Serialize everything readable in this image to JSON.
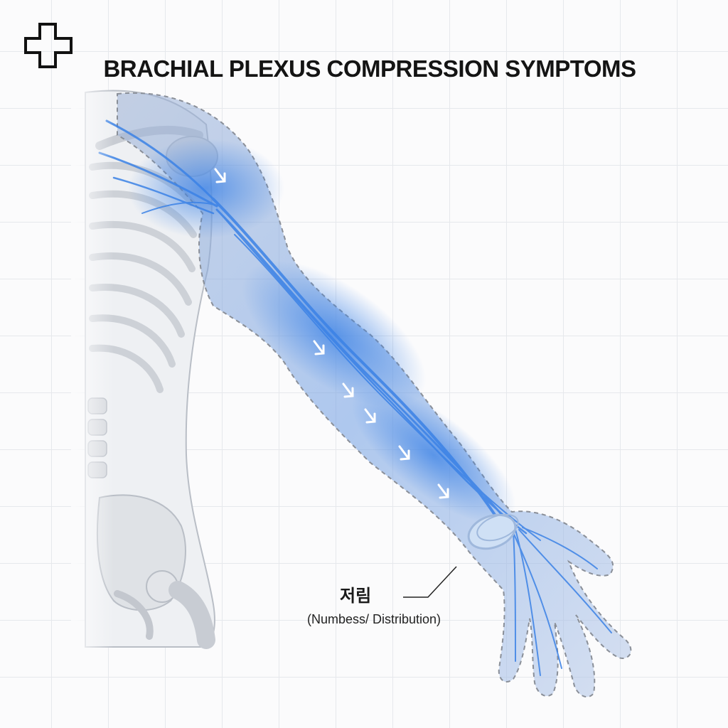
{
  "header": {
    "title": "BRACHIAL PLEXUS COMPRESSION SYMPTOMS"
  },
  "callout": {
    "label_korean": "저림",
    "label_english": "(Numbess/ Distribution)"
  },
  "icons": {
    "logo": "medical-cross-icon",
    "arrow": "arrow-icon"
  },
  "colors": {
    "nerve_blue": "#3b82e6",
    "nerve_glow": "#7fb4f5",
    "body_gray": "#c8ccd3",
    "title_text": "#141414"
  }
}
